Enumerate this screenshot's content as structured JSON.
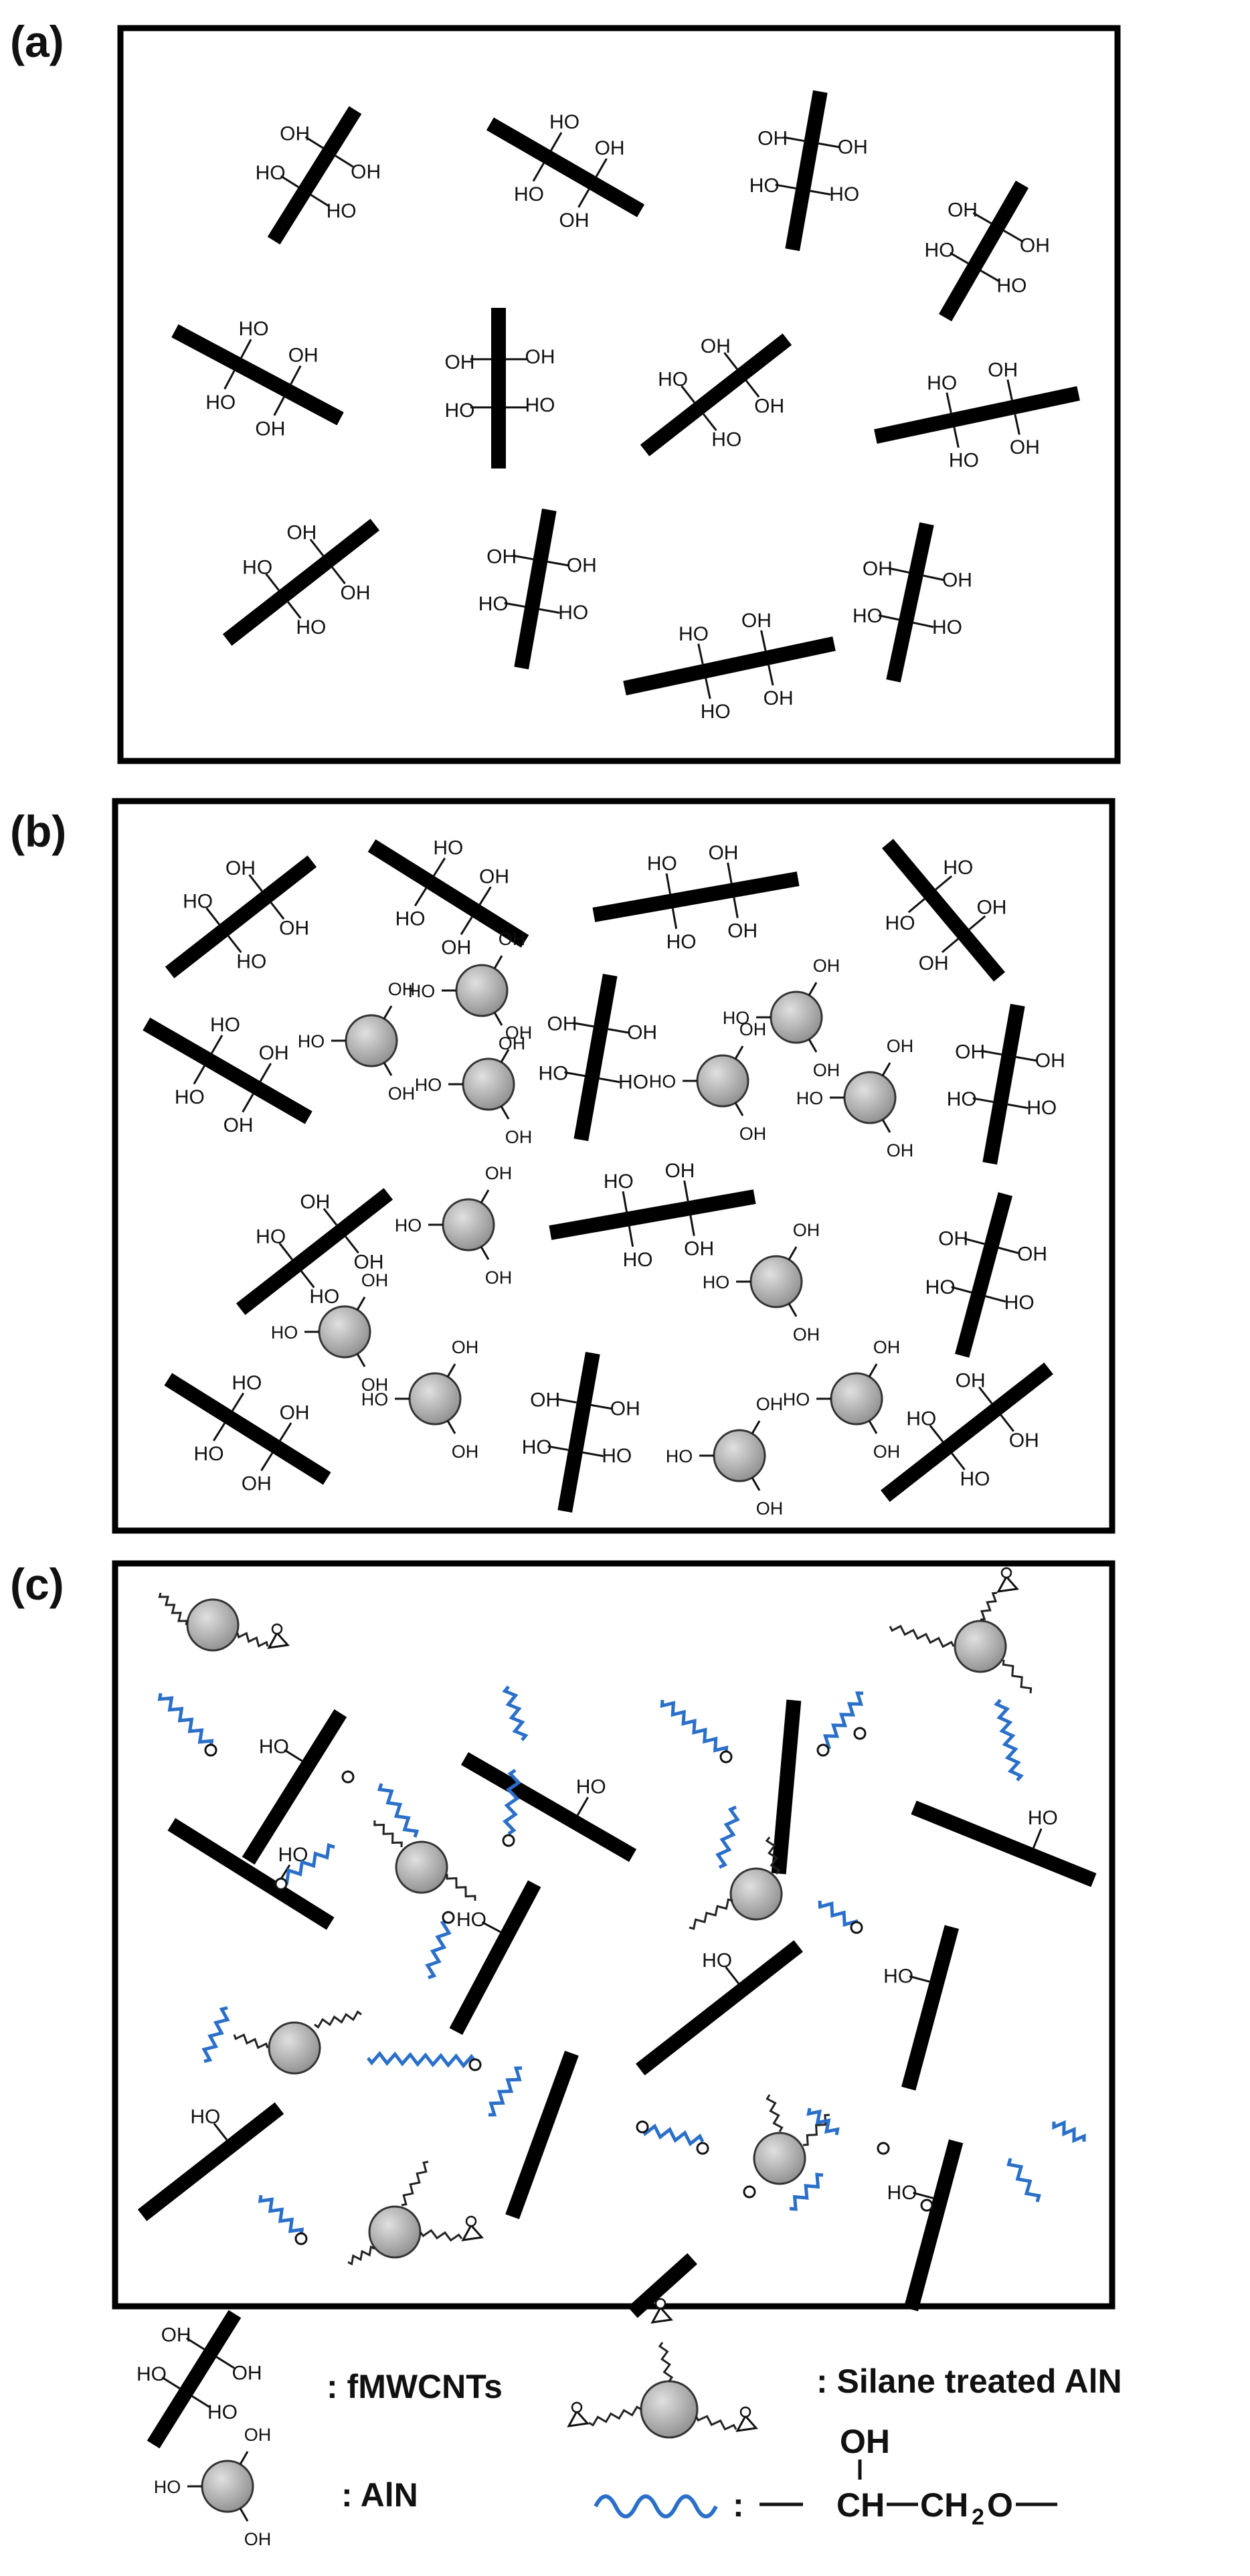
{
  "panels": [
    {
      "label": "(a)"
    },
    {
      "label": "(b)"
    },
    {
      "label": "(c)"
    }
  ],
  "hydroxyl_label": "OH",
  "hydroxyl_label_left": "HO",
  "epoxide_oxygen": "O",
  "legend": {
    "fmwcnts": ": fMWCNTs",
    "silane_treated_aln": ": Silane treated AlN",
    "aln": ": AlN",
    "chain_colon": ":",
    "chain_oh": "OH",
    "chain_ch": "CH",
    "chain_ch2o": "CH",
    "chain_sub2": "2",
    "chain_o": "O"
  },
  "colors": {
    "tube": "#000000",
    "particle_light": "#e0e0e0",
    "particle_dark": "#8e8e8e",
    "polymer_chain": "#2a6fc9",
    "silane_chain": "#222222"
  }
}
